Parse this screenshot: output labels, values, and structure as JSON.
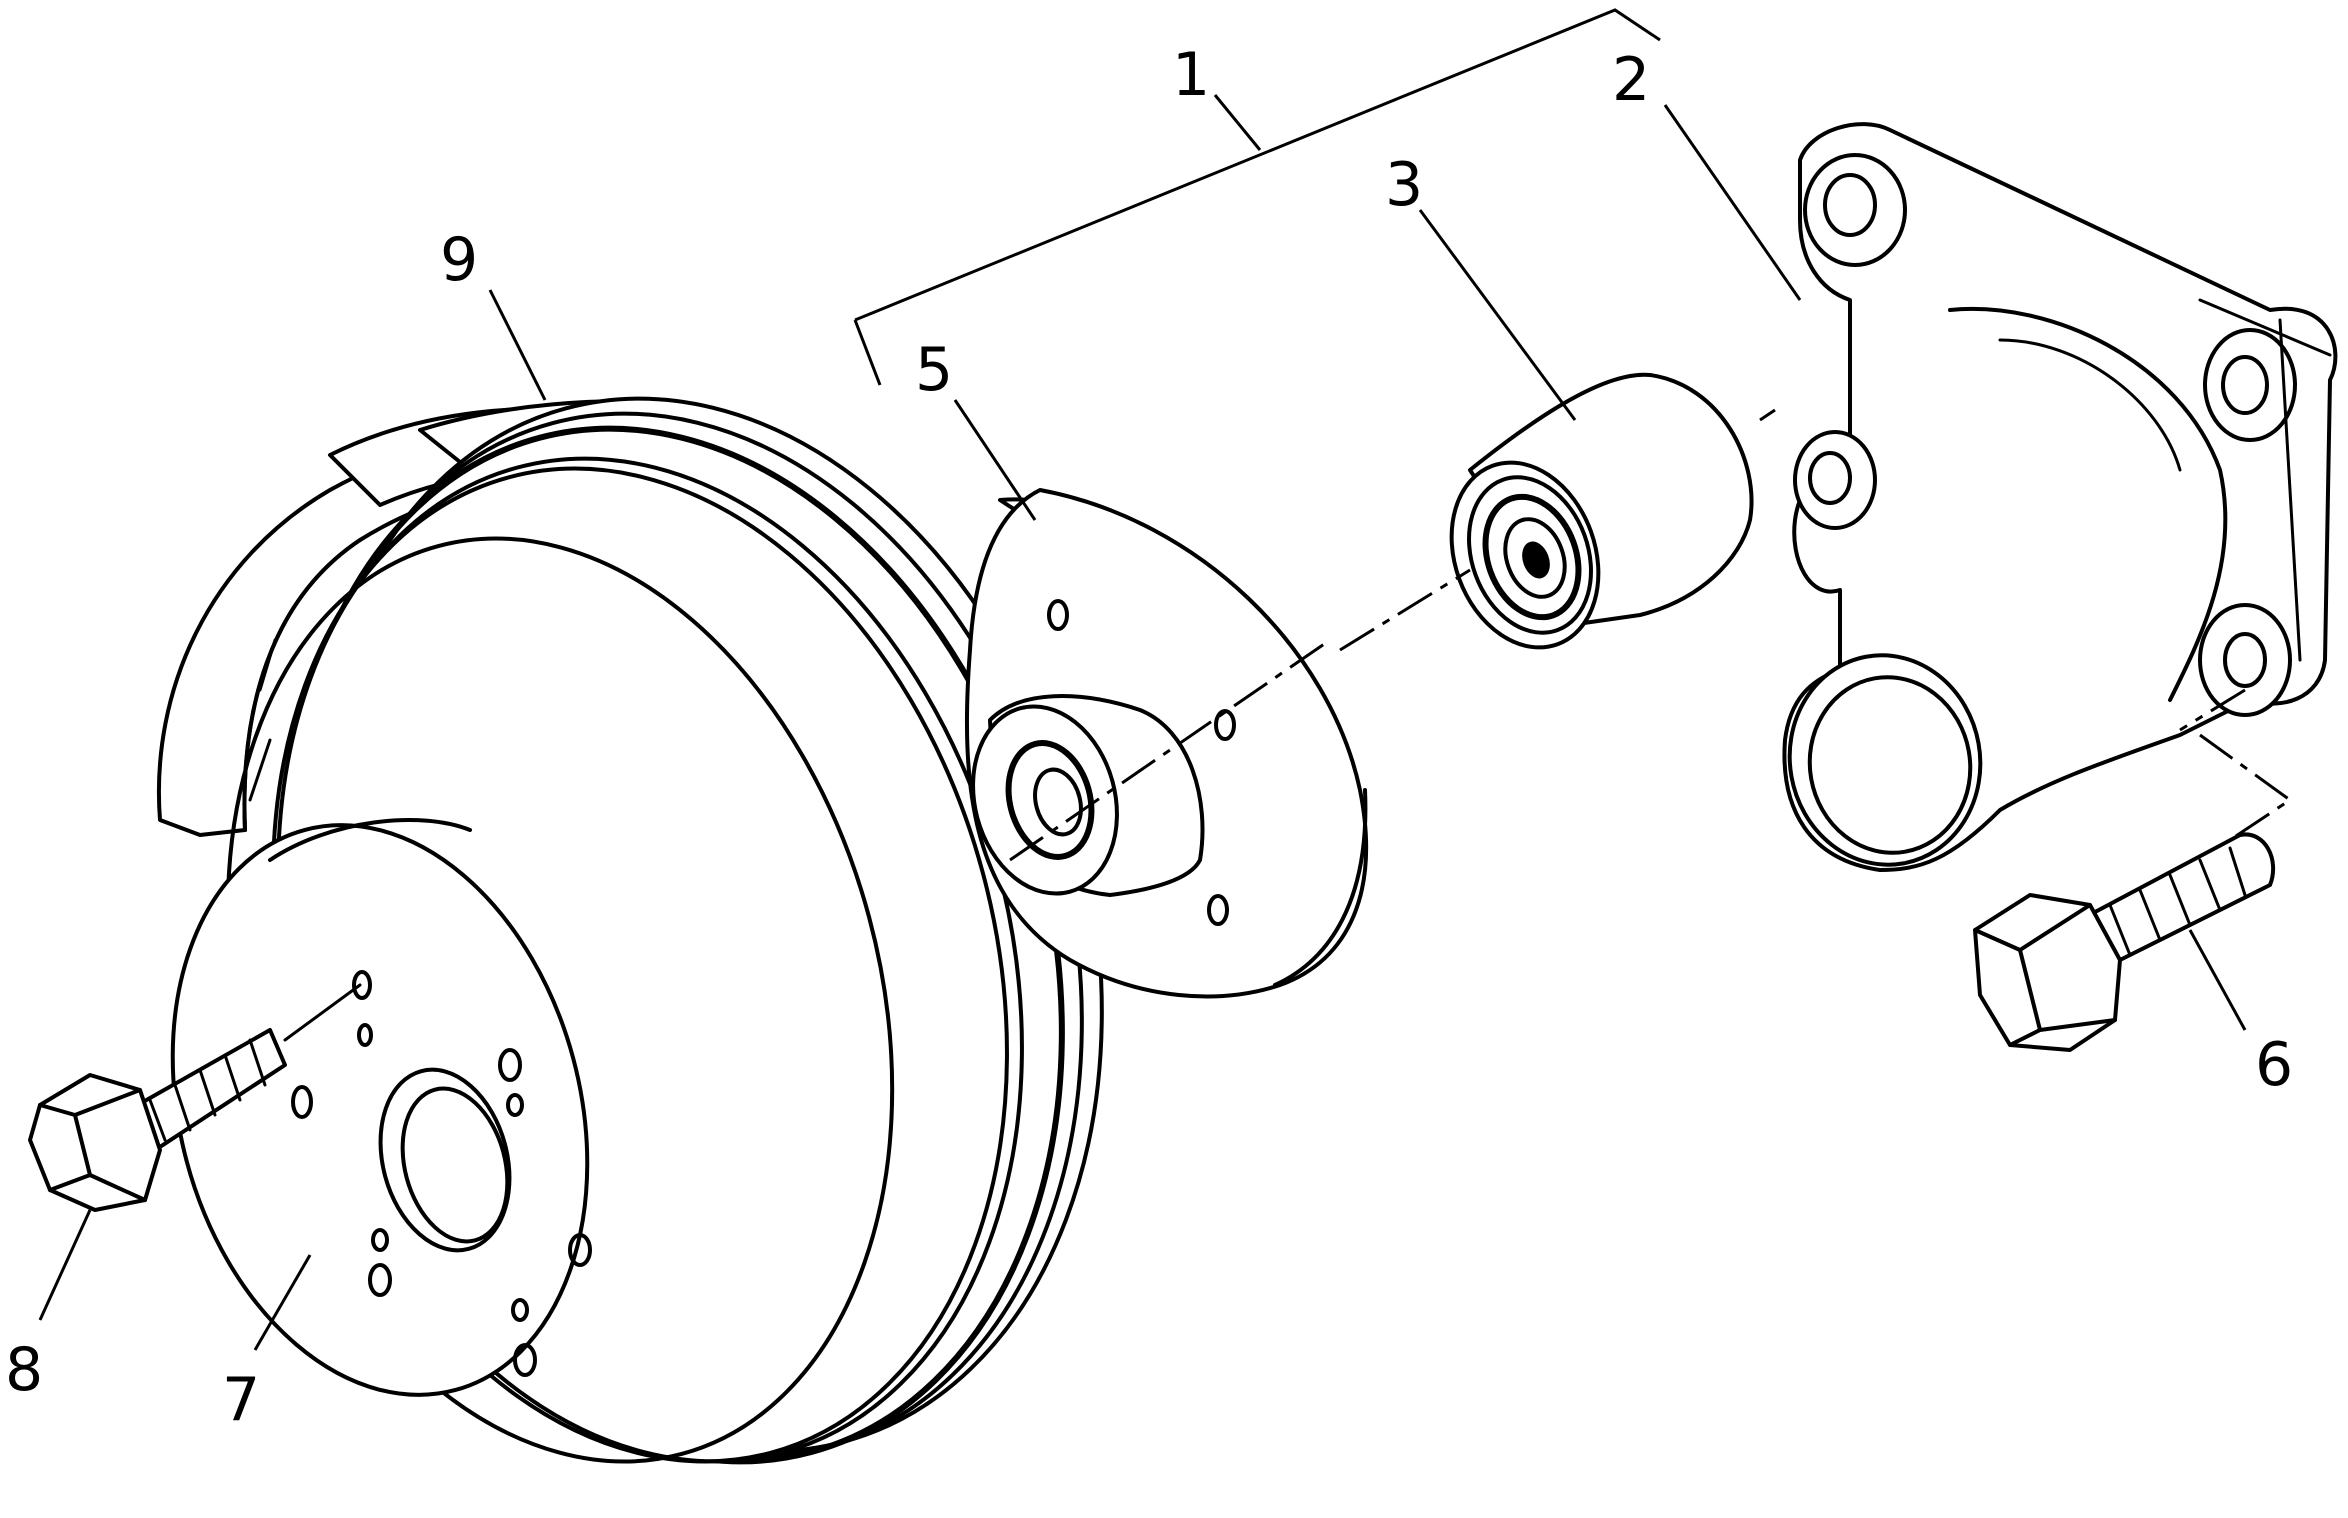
{
  "callouts": [
    {
      "id": "1",
      "label": "1",
      "part": "pump-assembly"
    },
    {
      "id": "2",
      "label": "2",
      "part": "mounting-bracket"
    },
    {
      "id": "3",
      "label": "3",
      "part": "bearing-sleeve"
    },
    {
      "id": "5",
      "label": "5",
      "part": "hub-flange"
    },
    {
      "id": "6",
      "label": "6",
      "part": "bracket-bolt"
    },
    {
      "id": "7",
      "label": "7",
      "part": "pulley"
    },
    {
      "id": "8",
      "label": "8",
      "part": "pulley-bolt"
    },
    {
      "id": "9",
      "label": "9",
      "part": "v-belt"
    }
  ],
  "colors": {
    "ink": "#000000",
    "paper": "#ffffff"
  }
}
